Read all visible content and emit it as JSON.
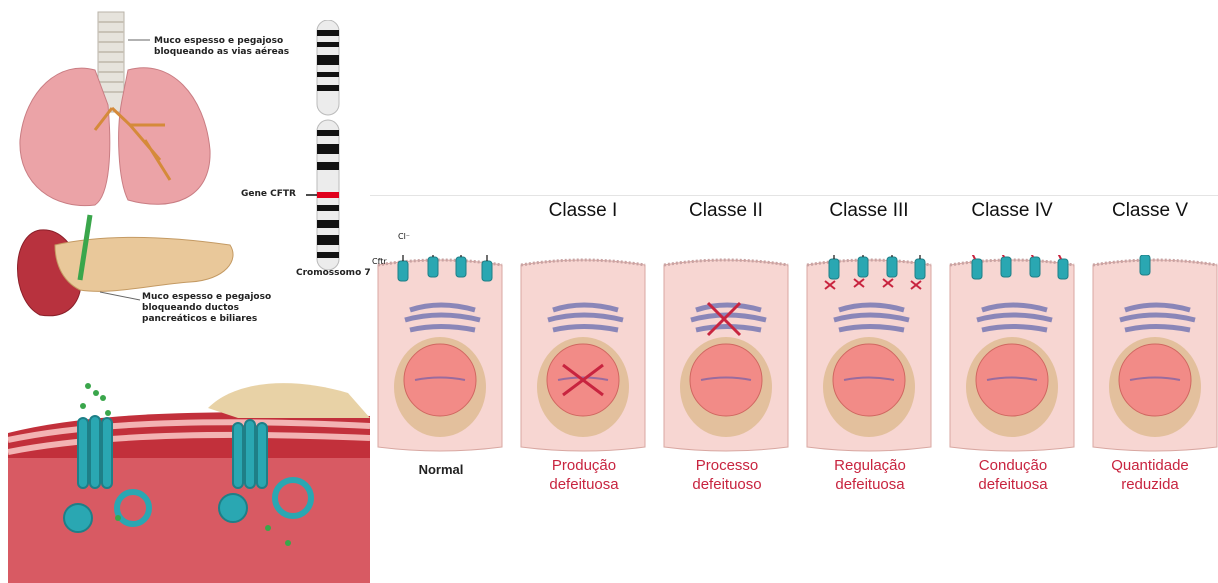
{
  "annotations": {
    "lung_note_1": "Muco espesso e pegajoso",
    "lung_note_2": "bloqueando as vias aéreas",
    "pancreas_note_1": "Muco espesso e pegajoso",
    "pancreas_note_2": "bloqueando ductos",
    "pancreas_note_3": "pancreáticos e biliares",
    "gene_label": "Gene CFTR",
    "chromosome_label": "Cromossomo 7",
    "cftr_label": "Cftr",
    "ion_label": "Cl⁻"
  },
  "classes": [
    {
      "title": "",
      "caption_1": "Normal",
      "caption_2": ""
    },
    {
      "title": "Classe I",
      "caption_1": "Produção",
      "caption_2": "defeituosa"
    },
    {
      "title": "Classe II",
      "caption_1": "Processo",
      "caption_2": "defeituoso"
    },
    {
      "title": "Classe III",
      "caption_1": "Regulação",
      "caption_2": "defeituosa"
    },
    {
      "title": "Classe IV",
      "caption_1": "Condução",
      "caption_2": "defeituosa"
    },
    {
      "title": "Classe V",
      "caption_1": "Quantidade",
      "caption_2": "reduzida"
    }
  ],
  "colors": {
    "defect_red": "#c8243f",
    "cell_pink": "#f7d6d2",
    "channel_teal": "#2aa7b2",
    "golgi_purple": "#8a86b8"
  }
}
